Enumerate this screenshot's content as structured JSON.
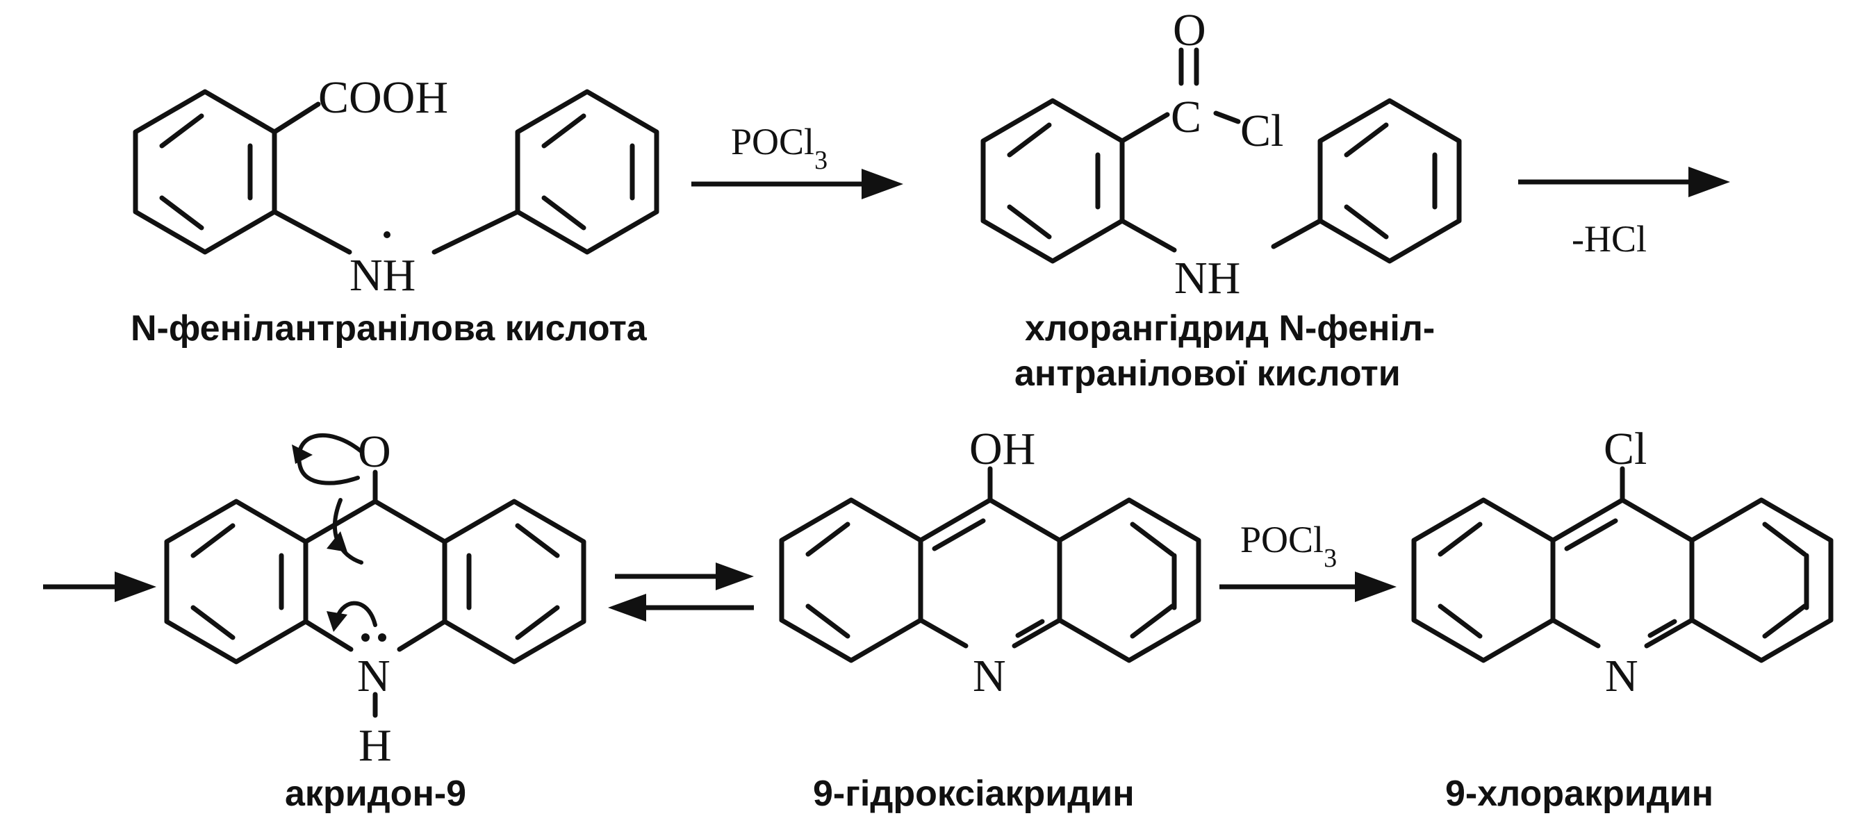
{
  "compounds": {
    "c1": {
      "name": "N-фенілантранілова кислота",
      "cooh": "COOH",
      "nh": "NH"
    },
    "c2": {
      "name_line1": "хлорангідрид N-феніл-",
      "name_line2": "антранілової кислоти",
      "o": "O",
      "c": "C",
      "cl": "Cl",
      "nh": "NH"
    },
    "c3": {
      "name": "акридон-9",
      "o": "O",
      "n": "N",
      "h": "H"
    },
    "c4": {
      "name": "9-гідроксіакридин",
      "oh": "OH",
      "n": "N"
    },
    "c5": {
      "name": "9-хлоракридин",
      "cl": "Cl",
      "n": "N"
    }
  },
  "reagents": {
    "step1": "POCl",
    "step1_sub": "3",
    "step2": "-HCl",
    "step4": "POCl",
    "step4_sub": "3"
  }
}
